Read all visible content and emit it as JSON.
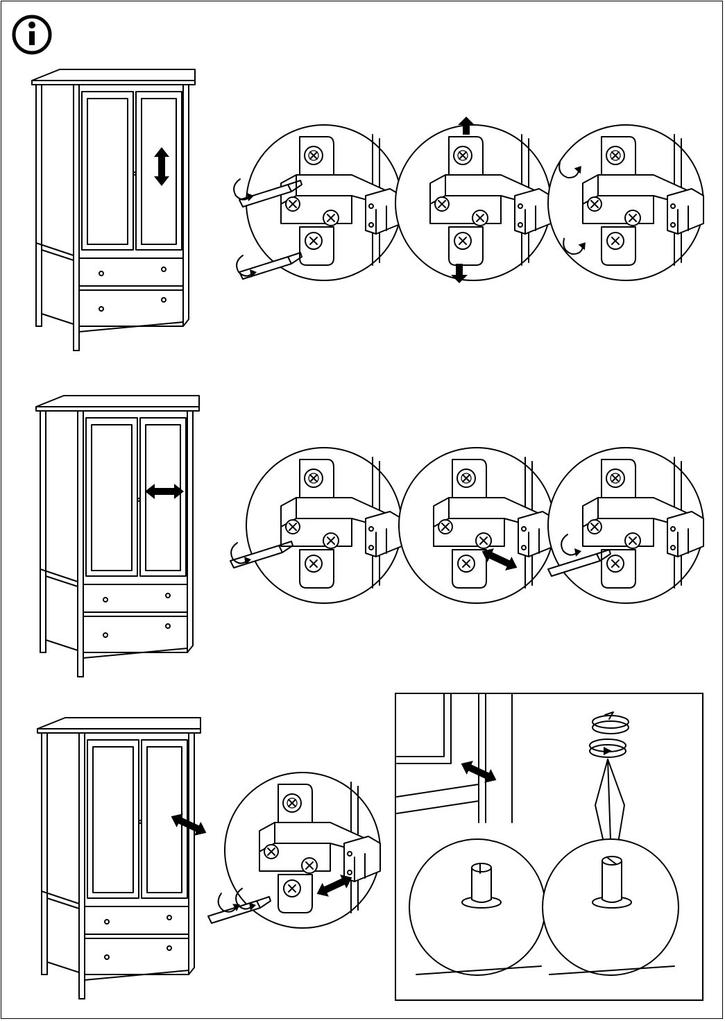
{
  "document": {
    "type": "assembly-instruction-page",
    "info_icon": "info-icon",
    "background": "#ffffff",
    "ink": "#000000"
  },
  "sections": [
    {
      "name": "hinge-adjust-vertical",
      "arrow": "vertical-double-arrow-icon",
      "detail_count": 3
    },
    {
      "name": "hinge-adjust-horizontal",
      "arrow": "horizontal-double-arrow-icon",
      "detail_count": 3
    },
    {
      "name": "hinge-adjust-depth",
      "arrow": "depth-double-arrow-icon",
      "detail_count": 1
    }
  ],
  "inset": {
    "name": "door-stop-adjust",
    "icons": [
      "rotate-clockwise-icon",
      "rotate-counterclockwise-icon",
      "flat-screwdriver-icon"
    ]
  }
}
